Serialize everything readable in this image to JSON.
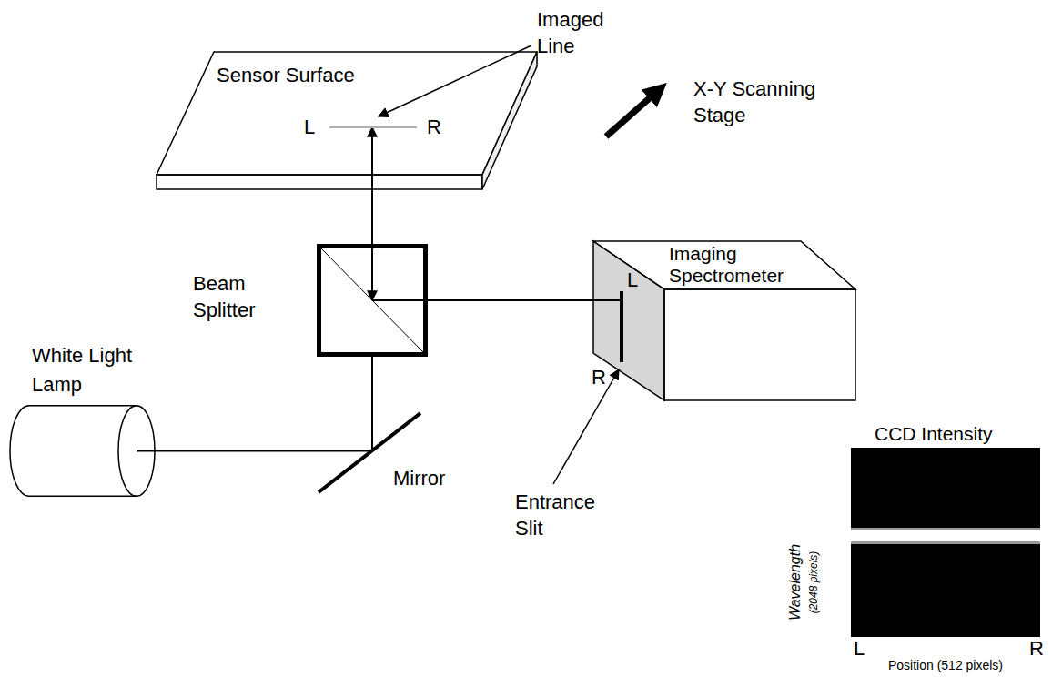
{
  "diagram": {
    "nodes": [
      {
        "text": [
          "Sensor Surface"
        ]
      },
      {
        "text": [
          "Beam Splitter"
        ]
      },
      {
        "text": [
          "Imaging Spectrometer"
        ]
      },
      {
        "text": [
          "White Light Lamp"
        ]
      },
      {
        "text": [
          "CCD Intensity"
        ]
      }
    ],
    "edges": [
      {
        "from": 1,
        "to": 0,
        "arrow": "both"
      },
      {
        "from": 1,
        "to": 2,
        "arrow": "none"
      },
      {
        "from": 3,
        "to": 1,
        "arrow": "none"
      }
    ],
    "labels": [
      "Imaged Line",
      "L",
      "R",
      "X-Y Scanning Stage",
      "L",
      "R",
      "Mirror",
      "Entrance Slit",
      "Wavelength",
      "(2048 pixels)",
      "L",
      "R",
      "Position (512 pixels)"
    ]
  }
}
